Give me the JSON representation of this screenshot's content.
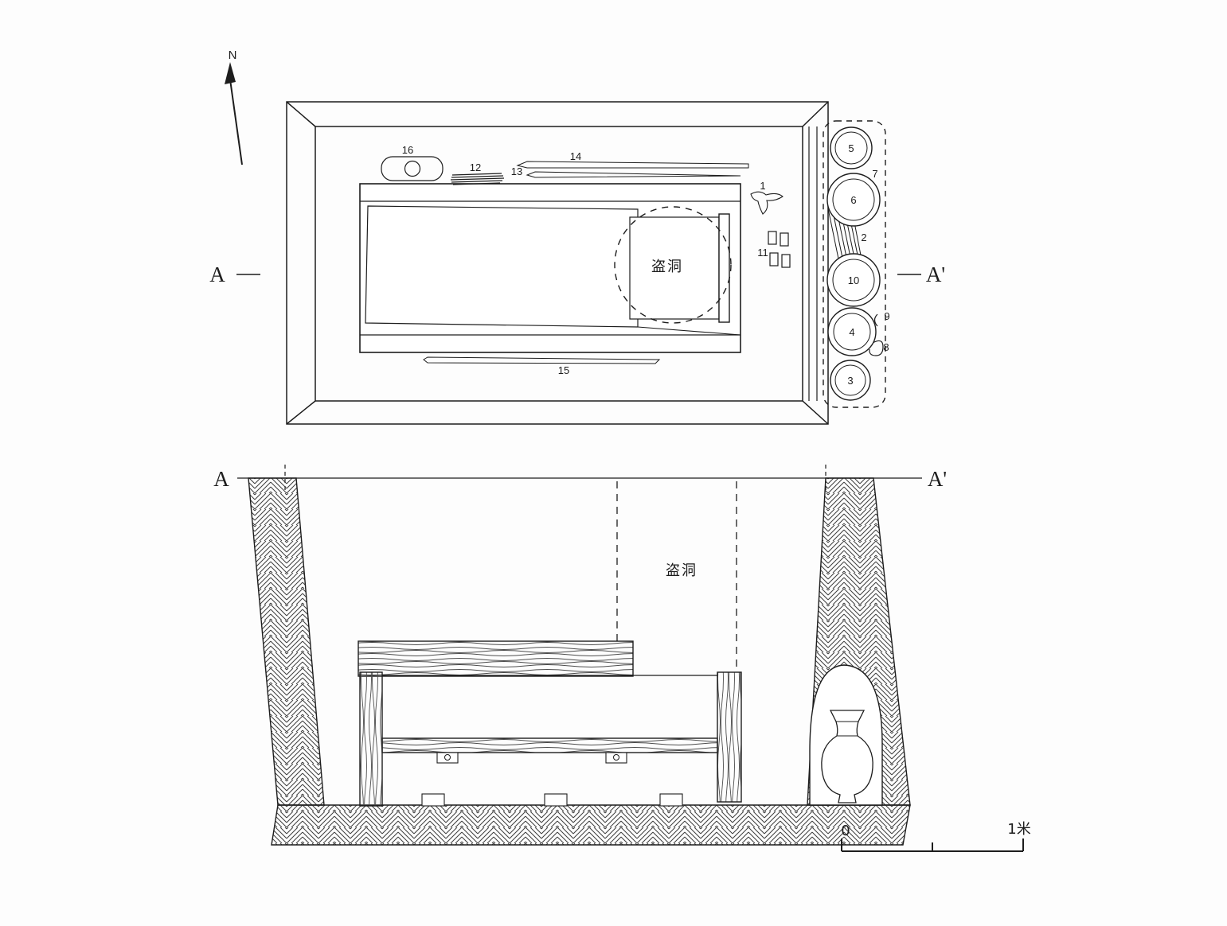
{
  "drawing": {
    "type": "archaeological tomb plan and section line drawing",
    "ink_color": "#1d1d1d",
    "background_color": "#fdfdfd"
  },
  "plan": {
    "north_label": "N",
    "marker_left": "A",
    "marker_right": "A'",
    "robber_hole_label": "盗洞",
    "artifacts": [
      {
        "label": "16"
      },
      {
        "label": "12"
      },
      {
        "label": "13"
      },
      {
        "label": "14"
      },
      {
        "label": "1"
      },
      {
        "label": "11"
      },
      {
        "label": "15"
      },
      {
        "label": "2"
      },
      {
        "label": "7"
      },
      {
        "label": "9"
      },
      {
        "label": "8"
      }
    ],
    "vessels": [
      {
        "label": "5"
      },
      {
        "label": "6"
      },
      {
        "label": "10"
      },
      {
        "label": "4"
      },
      {
        "label": "3"
      }
    ]
  },
  "section": {
    "marker_left": "A",
    "marker_right": "A'",
    "robber_hole_label": "盗洞",
    "scale_zero": "0",
    "scale_unit": "1米"
  }
}
